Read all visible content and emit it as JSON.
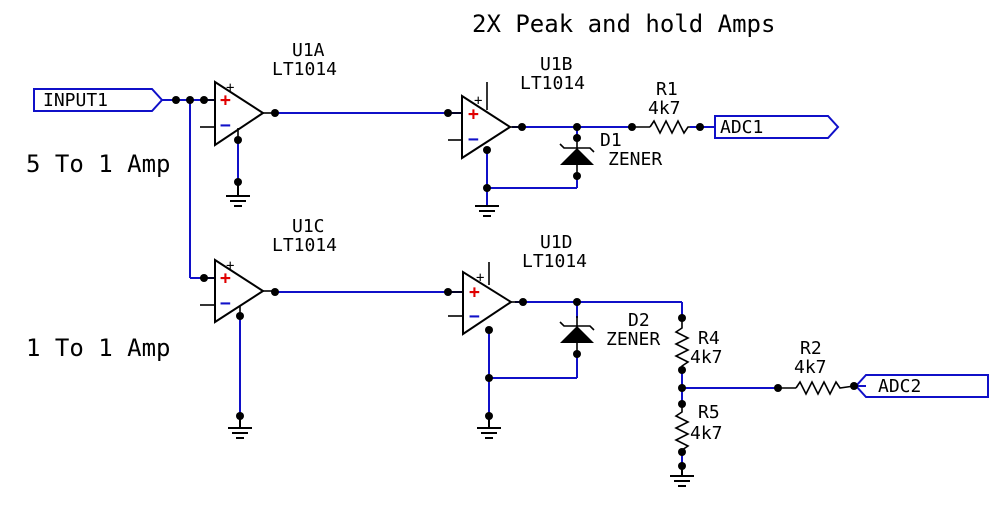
{
  "title": "2X Peak and hold Amps",
  "labels": {
    "amp_5to1": "5 To 1 Amp",
    "amp_1to1": "1 To 1 Amp"
  },
  "ports": {
    "input1": "INPUT1",
    "adc1": "ADC1",
    "adc2": "ADC2"
  },
  "opamps": {
    "u1a": {
      "ref": "U1A",
      "part": "LT1014"
    },
    "u1b": {
      "ref": "U1B",
      "part": "LT1014"
    },
    "u1c": {
      "ref": "U1C",
      "part": "LT1014"
    },
    "u1d": {
      "ref": "U1D",
      "part": "LT1014"
    }
  },
  "opamp_pins": {
    "plus": "+",
    "minus": "−"
  },
  "diodes": {
    "d1": {
      "ref": "D1",
      "type": "ZENER"
    },
    "d2": {
      "ref": "D2",
      "type": "ZENER"
    }
  },
  "resistors": {
    "r1": {
      "ref": "R1",
      "value": "4k7"
    },
    "r2": {
      "ref": "R2",
      "value": "4k7"
    },
    "r4": {
      "ref": "R4",
      "value": "4k7"
    },
    "r5": {
      "ref": "R5",
      "value": "4k7"
    }
  },
  "colors": {
    "wire": "#1010c8",
    "component": "#000000",
    "plus_sign": "#e00000",
    "background": "#ffffff"
  }
}
